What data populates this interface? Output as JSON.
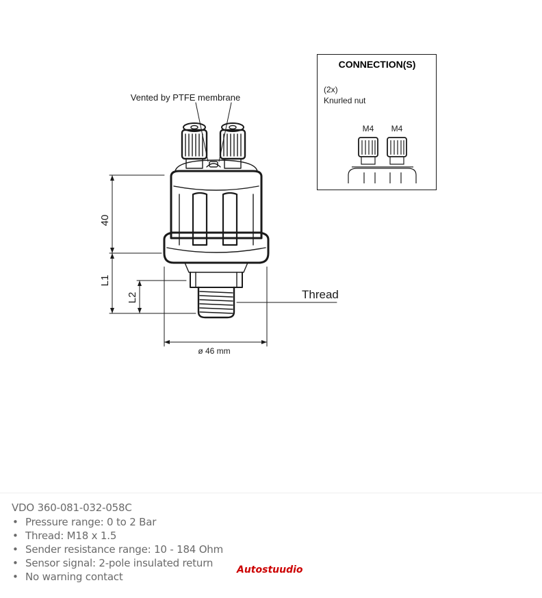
{
  "diagram": {
    "membrane_label": "Vented by PTFE membrane",
    "dim_height": "40",
    "dim_l1": "L1",
    "dim_l2": "L2",
    "thread_label": "Thread",
    "diameter_label": "ø 46 mm"
  },
  "connection_box": {
    "title": "CONNECTION(S)",
    "count": "(2x)",
    "type": "Knurled nut",
    "terminal_left": "M4",
    "terminal_right": "M4"
  },
  "product": {
    "title": "VDO 360-081-032-058C",
    "bullet": "•",
    "specs": [
      "Pressure range: 0 to 2 Bar",
      "Thread: M18 x 1.5",
      "Sender resistance range: 10 - 184 Ohm",
      "Sensor signal: 2-pole insulated return",
      "No warning contact"
    ]
  },
  "watermark": "Autostuudio"
}
